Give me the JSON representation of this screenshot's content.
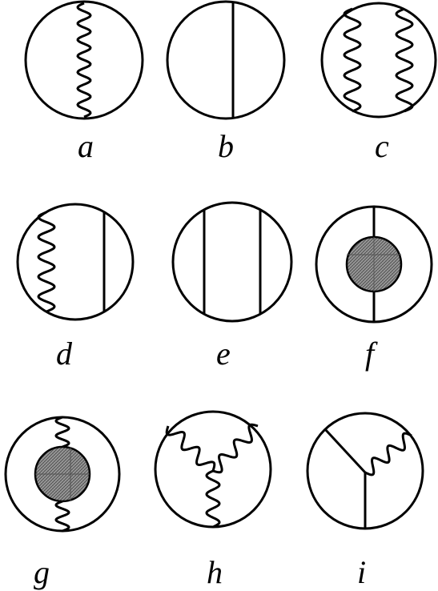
{
  "diagrams": [
    {
      "id": "a",
      "label": "a"
    },
    {
      "id": "b",
      "label": "b"
    },
    {
      "id": "c",
      "label": "c"
    },
    {
      "id": "d",
      "label": "d"
    },
    {
      "id": "e",
      "label": "e"
    },
    {
      "id": "f",
      "label": "f"
    },
    {
      "id": "g",
      "label": "g"
    },
    {
      "id": "h",
      "label": "h"
    },
    {
      "id": "i",
      "label": "i"
    }
  ],
  "colors": {
    "stroke": "#000000",
    "blob_fill": "#8c8c8c",
    "background": "#ffffff"
  }
}
